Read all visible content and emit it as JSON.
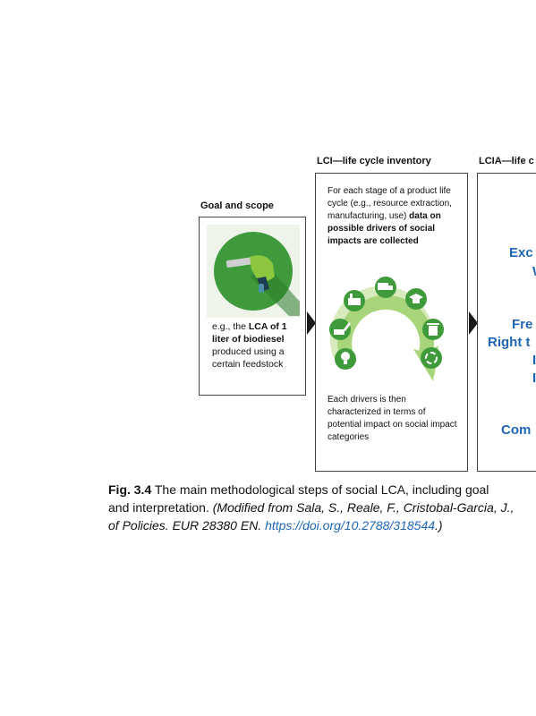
{
  "goal": {
    "heading": "Goal and scope",
    "text_1": "e.g.,  the ",
    "text_bold": "LCA of 1 liter of biodiesel",
    "text_2": " produced using a certain feedstock"
  },
  "lci": {
    "heading": "LCI—life cycle inventory",
    "text_1": "For each stage of a product life cycle (e.g., resource extraction, manufacturing, use) ",
    "text_bold": "data on possible drivers of social impacts are collected",
    "text_bottom": "Each drivers is then characterized in terms of potential impact on social impact categories"
  },
  "lcia": {
    "heading": "LCIA—life c",
    "labels": [
      "Exc",
      "W",
      "Fre",
      "Right t",
      "I",
      "I",
      "Com"
    ]
  },
  "caption": {
    "label": "Fig. 3.4",
    "line1_text": "  The main methodological steps of social LCA, including goal",
    "line2_text": "and interpretation. ",
    "line2_italic": "(Modified from Sala, S., Reale, F., Cristobal-Garcia, J.,",
    "line3_italic": "of Policies. EUR 28380 EN. ",
    "doi": "https://doi.org/10.2788/318544",
    "line3_end": ".)"
  },
  "colors": {
    "green_dark": "#3e9a3a",
    "green_light": "#8cc63f",
    "blue": "#1f67b5"
  },
  "icons": [
    "fuel-nozzle-icon",
    "factory-icon",
    "truck-icon",
    "graduation-cap-icon",
    "trash-bin-icon",
    "recycle-icon",
    "lightbulb-icon",
    "excavator-icon"
  ]
}
